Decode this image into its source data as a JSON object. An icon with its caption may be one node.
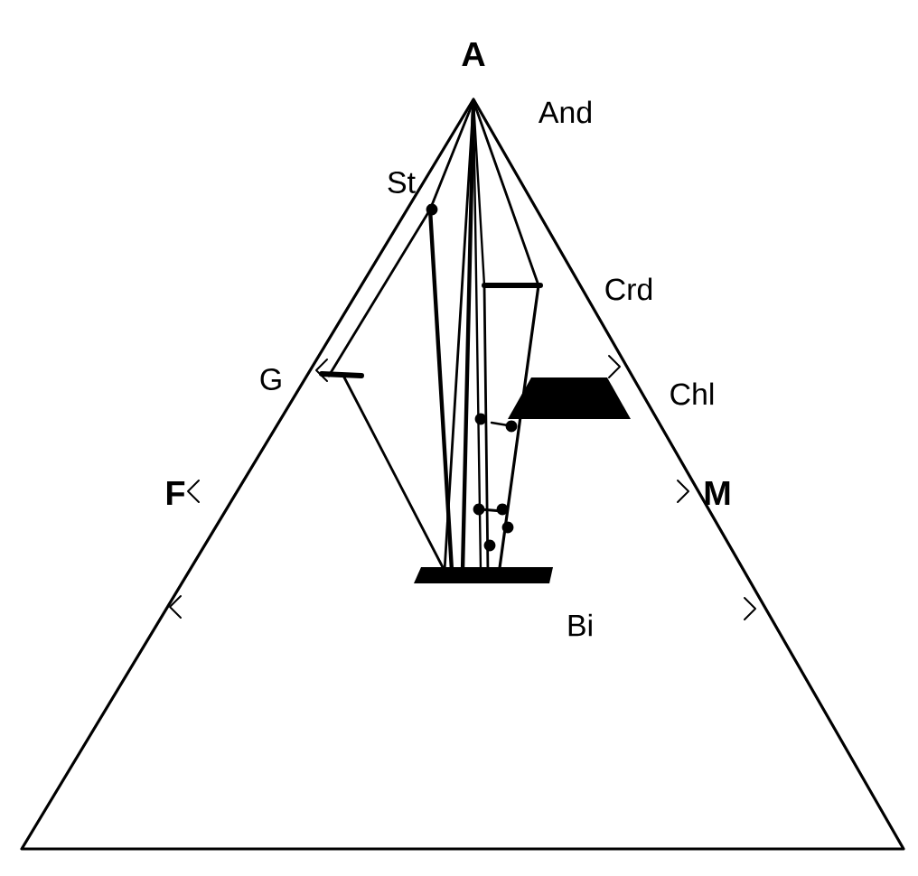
{
  "diagram": {
    "labels": [
      "A",
      "And",
      "St",
      "Crd",
      "G",
      "Chl",
      "F",
      "M",
      "Bi"
    ]
  }
}
